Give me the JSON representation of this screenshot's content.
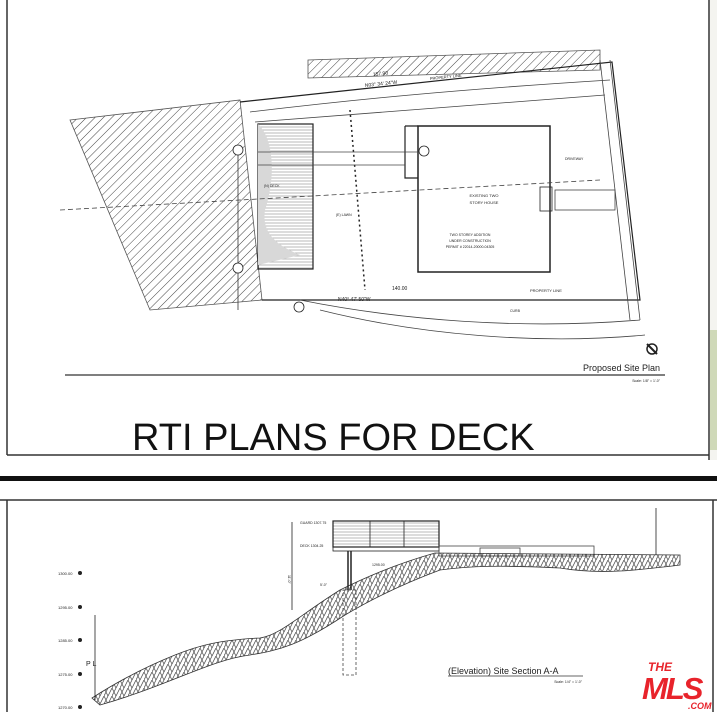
{
  "sheet_title": "RTI PLANS FOR DECK",
  "site_plan": {
    "title": "Proposed Site Plan",
    "scale": "Scale: 1/8\" = 1'-0\"",
    "property_line_label": "PROPERTY LINE",
    "north_bearing": "N03° 34' 24\"W",
    "north_length": "157.90",
    "south_bearing": "N40° 47' 50\"W",
    "south_length": "140.00",
    "house_label": [
      "EXISTING TWO",
      "STORY HOUSE"
    ],
    "addition_label": [
      "TWO STOREY ADDITION",
      "UNDER CONSTRUCTION",
      "PERMIT # 22014-20000-04305"
    ],
    "lawn_label": "(E) LAWN",
    "deck_label": "(N) DECK",
    "driveway_label": "DRIVEWAY",
    "curb_label": "CURB"
  },
  "section": {
    "title": "(Elevation) Site Section A-A",
    "scale": "Scale: 1/4\" = 1'-0\"",
    "pl_label": "P L",
    "elevations": [
      "1300.00",
      "1295.00",
      "1285.00",
      "1275.00",
      "1270.00"
    ],
    "deck_guard": "GUARD 1307.75",
    "deck_top": "DECK 1304.25",
    "grade_label": "1295.00",
    "dim_width": "5'-0\"",
    "dim_height": "11'-0\""
  },
  "watermark": {
    "line1": "THE",
    "line2": "MLS",
    "suffix": ".COM",
    "color": "#e8232b"
  }
}
